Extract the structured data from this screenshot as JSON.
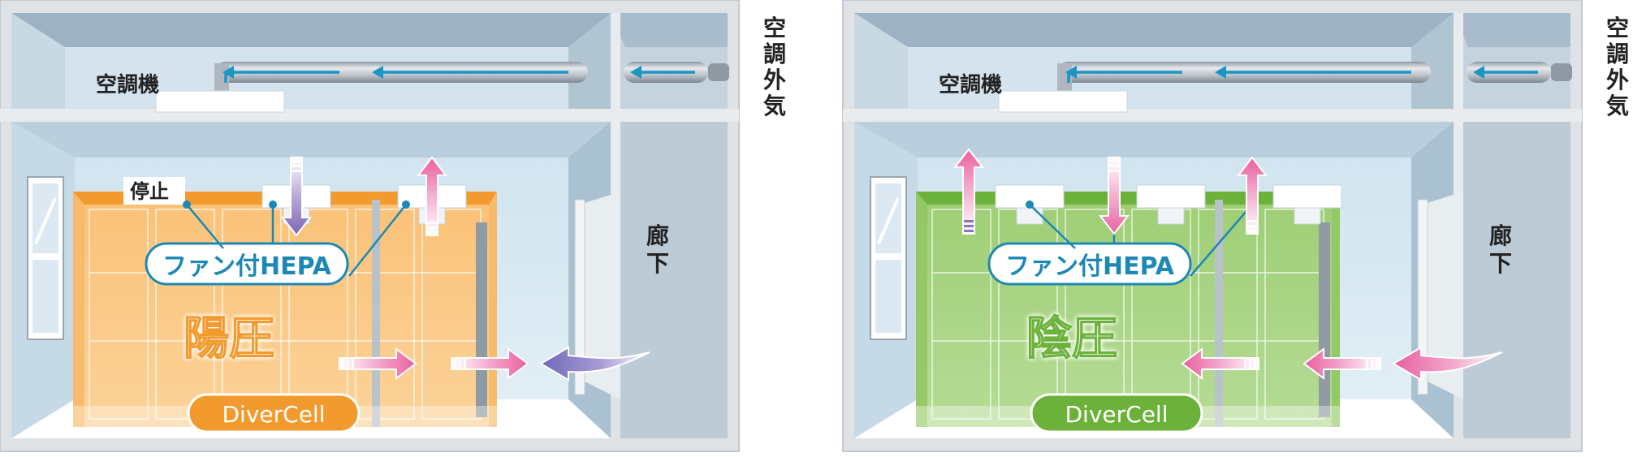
{
  "colors": {
    "positive_room": "#f8b660",
    "negative_room": "#8cc65a",
    "hepa_label": "#1e88b4",
    "duct_arrow": "#1c94c4",
    "pink_arrow": "#e8609e",
    "purple_arrow": "#6e6ab8"
  },
  "panels": [
    {
      "id": "positive",
      "ac_label": "空調機",
      "outside_air_label": "空調外気",
      "corridor_label": "廊下",
      "stop_label": "停止",
      "hepa_label": "ファン付HEPA",
      "pressure_label": "陽圧",
      "product_label": "DiverCell"
    },
    {
      "id": "negative",
      "ac_label": "空調機",
      "outside_air_label": "空調外気",
      "corridor_label": "廊下",
      "hepa_label": "ファン付HEPA",
      "pressure_label": "陰圧",
      "product_label": "DiverCell"
    }
  ]
}
